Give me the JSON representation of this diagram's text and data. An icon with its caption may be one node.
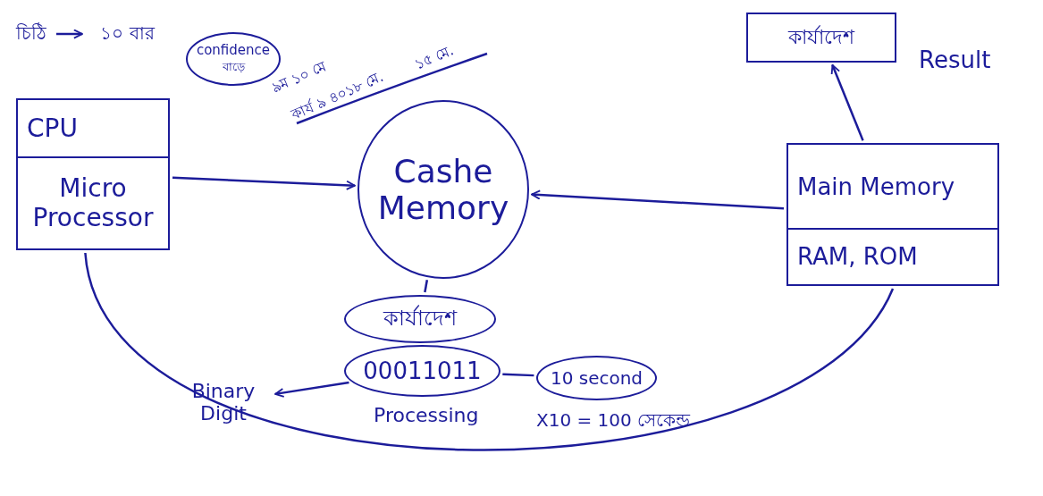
{
  "diagram": {
    "nodes": [
      {
        "text": [
          "CPU",
          "Micro Processor"
        ]
      },
      {
        "text": [
          "Cashe Memory"
        ]
      },
      {
        "text": [
          "Main Memory",
          "RAM, ROM"
        ]
      },
      {
        "text": [
          "কার্যাদেশ"
        ],
        "beside": [
          "Result"
        ]
      },
      {
        "text": [
          "কার্যাদেশ"
        ]
      },
      {
        "text": [
          "00011011"
        ],
        "beside": [
          "Processing"
        ]
      },
      {
        "text": [
          "Binary Digit"
        ]
      },
      {
        "text": [
          "10 second"
        ],
        "beside": [
          "X10 = 100 সেকেন্ড"
        ]
      },
      {
        "text": [
          "confidence",
          "বাড়ে"
        ]
      },
      {
        "text": [
          "চিঠি"
        ]
      },
      {
        "text": [
          "১০ বার"
        ]
      }
    ],
    "edges": [
      {
        "from": 0,
        "to": 1,
        "arrow": "to"
      },
      {
        "from": 2,
        "to": 1,
        "arrow": "to"
      },
      {
        "from": 2,
        "to": 3,
        "arrow": "to"
      },
      {
        "from": 1,
        "to": 4,
        "arrow": "none"
      },
      {
        "from": 5,
        "to": 6,
        "arrow": "to"
      },
      {
        "from": 5,
        "to": 7,
        "arrow": "none"
      },
      {
        "from": 0,
        "to": 2,
        "arrow": "none"
      },
      {
        "from": 9,
        "to": 10,
        "arrow": "to"
      }
    ],
    "labels": [
      "৯ম ১০ মে",
      "কার্য ৯ ৪০১৮ মে.",
      "১৫ মে."
    ]
  }
}
